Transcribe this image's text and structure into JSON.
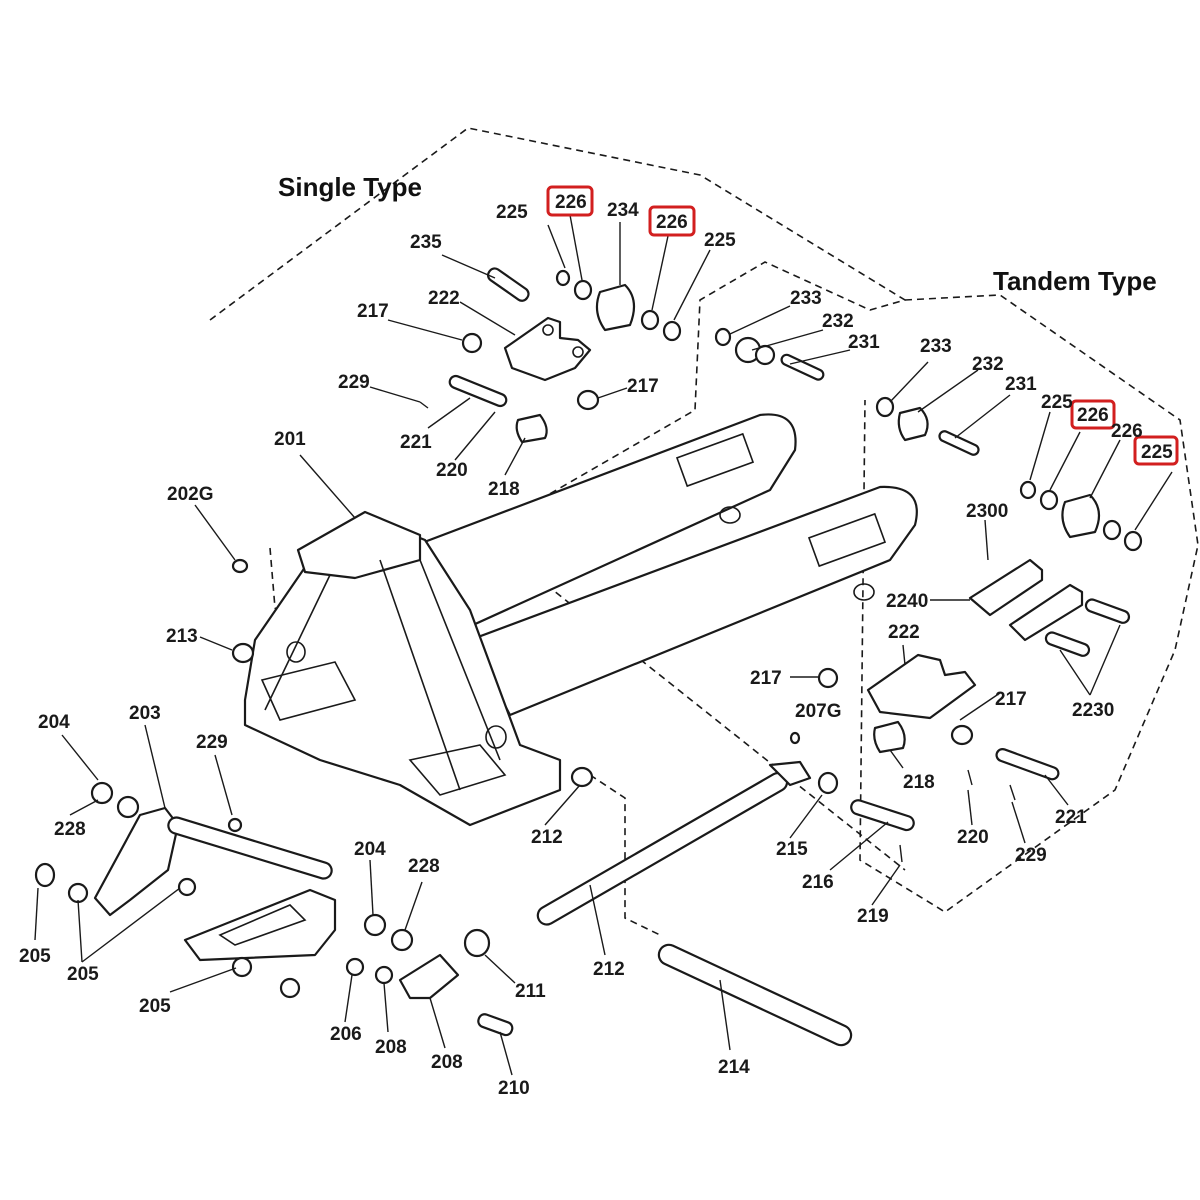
{
  "titles": {
    "single": "Single Type",
    "tandem": "Tandem Type"
  },
  "highlight_color": "#d21f1f",
  "labels": {
    "l226a": "226",
    "l234": "234",
    "l226b": "226",
    "l225a": "225",
    "l225b": "225",
    "l235": "235",
    "l222a": "222",
    "l217a": "217",
    "l217b": "217",
    "l233a": "233",
    "l232a": "232",
    "l231a": "231",
    "l229a": "229",
    "l221a": "221",
    "l220a": "220",
    "l218a": "218",
    "l201": "201",
    "l202g": "202G",
    "l213": "213",
    "l233b": "233",
    "l232b": "232",
    "l231b": "231",
    "l225c": "225",
    "l226c": "226",
    "l226d": "226",
    "l225d": "225",
    "l2300": "2300",
    "l2240": "2240",
    "l222b": "222",
    "l217c": "217",
    "l217d": "217",
    "l207g": "207G",
    "l2230": "2230",
    "l218b": "218",
    "l204a": "204",
    "l203": "203",
    "l229b": "229",
    "l228a": "228",
    "l212a": "212",
    "l215": "215",
    "l220b": "220",
    "l221b": "221",
    "l216": "216",
    "l229c": "229",
    "l219": "219",
    "l204b": "204",
    "l228b": "228",
    "l205a": "205",
    "l205b": "205",
    "l205c": "205",
    "l206": "206",
    "l208a": "208",
    "l211": "211",
    "l212b": "212",
    "l208b": "208",
    "l210": "210",
    "l214": "214"
  }
}
